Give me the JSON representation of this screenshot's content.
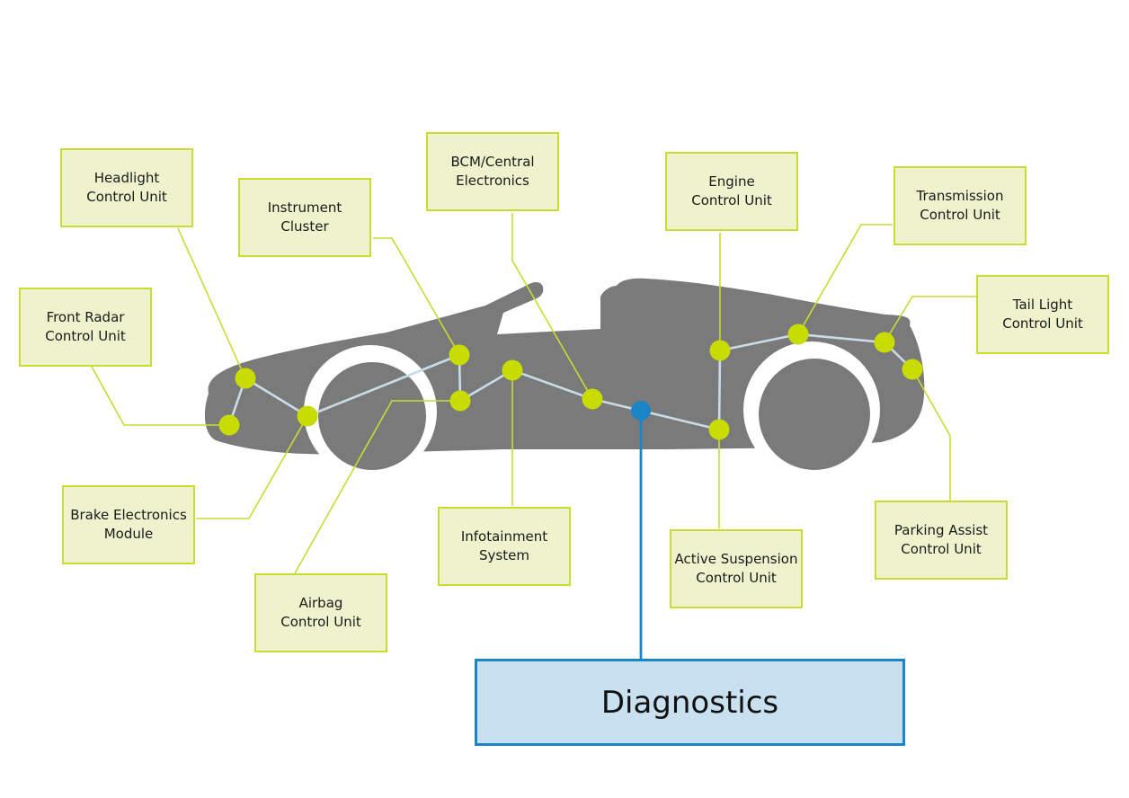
{
  "diagram": {
    "colors": {
      "car_body": "#7a7a7a",
      "wheel_ring": "#ffffff",
      "network_line": "#c8dcea",
      "node_fill": "#c8dc00",
      "leader_line": "#c8dc32",
      "box_fill": "#eef2cd",
      "box_border": "#c8dc32",
      "diagnostics_fill": "#c9e0f1",
      "diagnostics_border": "#1a86c8",
      "diagnostics_node": "#1a86c8"
    },
    "ecus": [
      {
        "id": "headlight",
        "label": "Headlight\nControl Unit"
      },
      {
        "id": "instrument",
        "label": "Instrument\nCluster"
      },
      {
        "id": "bcm",
        "label": "BCM/Central\nElectronics"
      },
      {
        "id": "engine",
        "label": "Engine\nControl Unit"
      },
      {
        "id": "transmission",
        "label": "Transmission\nControl Unit"
      },
      {
        "id": "taillight",
        "label": "Tail Light\nControl Unit"
      },
      {
        "id": "frontradar",
        "label": "Front Radar\nControl Unit"
      },
      {
        "id": "brake",
        "label": "Brake Electronics\nModule"
      },
      {
        "id": "airbag",
        "label": "Airbag\nControl Unit"
      },
      {
        "id": "infotainment",
        "label": "Infotainment\nSystem"
      },
      {
        "id": "suspension",
        "label": "Active Suspension\nControl Unit"
      },
      {
        "id": "parking",
        "label": "Parking Assist\nControl Unit"
      }
    ],
    "diagnostics": {
      "label": "Diagnostics"
    }
  }
}
